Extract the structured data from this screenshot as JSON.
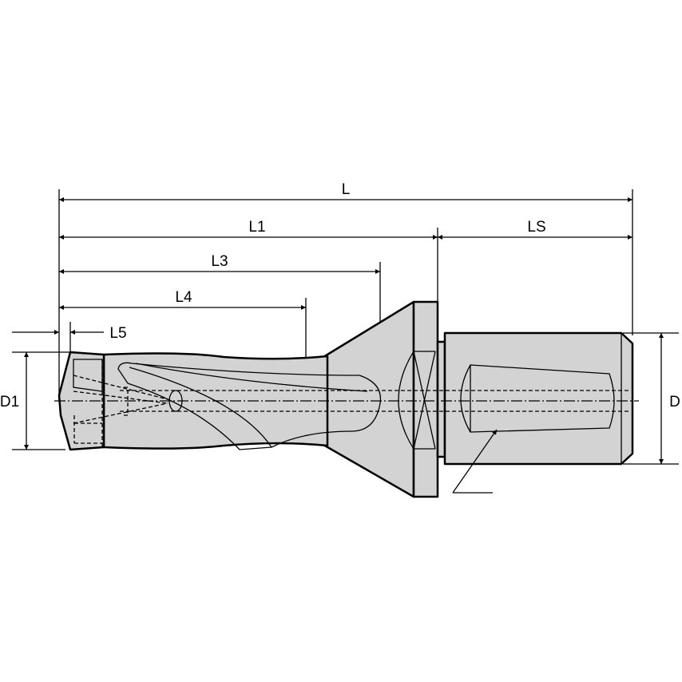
{
  "labels": {
    "L": "L",
    "L1": "L1",
    "LS": "LS",
    "L3": "L3",
    "L4": "L4",
    "L5": "L5",
    "D1": "D1",
    "D": "D"
  },
  "colors": {
    "body_fill": "#d3d3d3",
    "line": "#000000"
  }
}
